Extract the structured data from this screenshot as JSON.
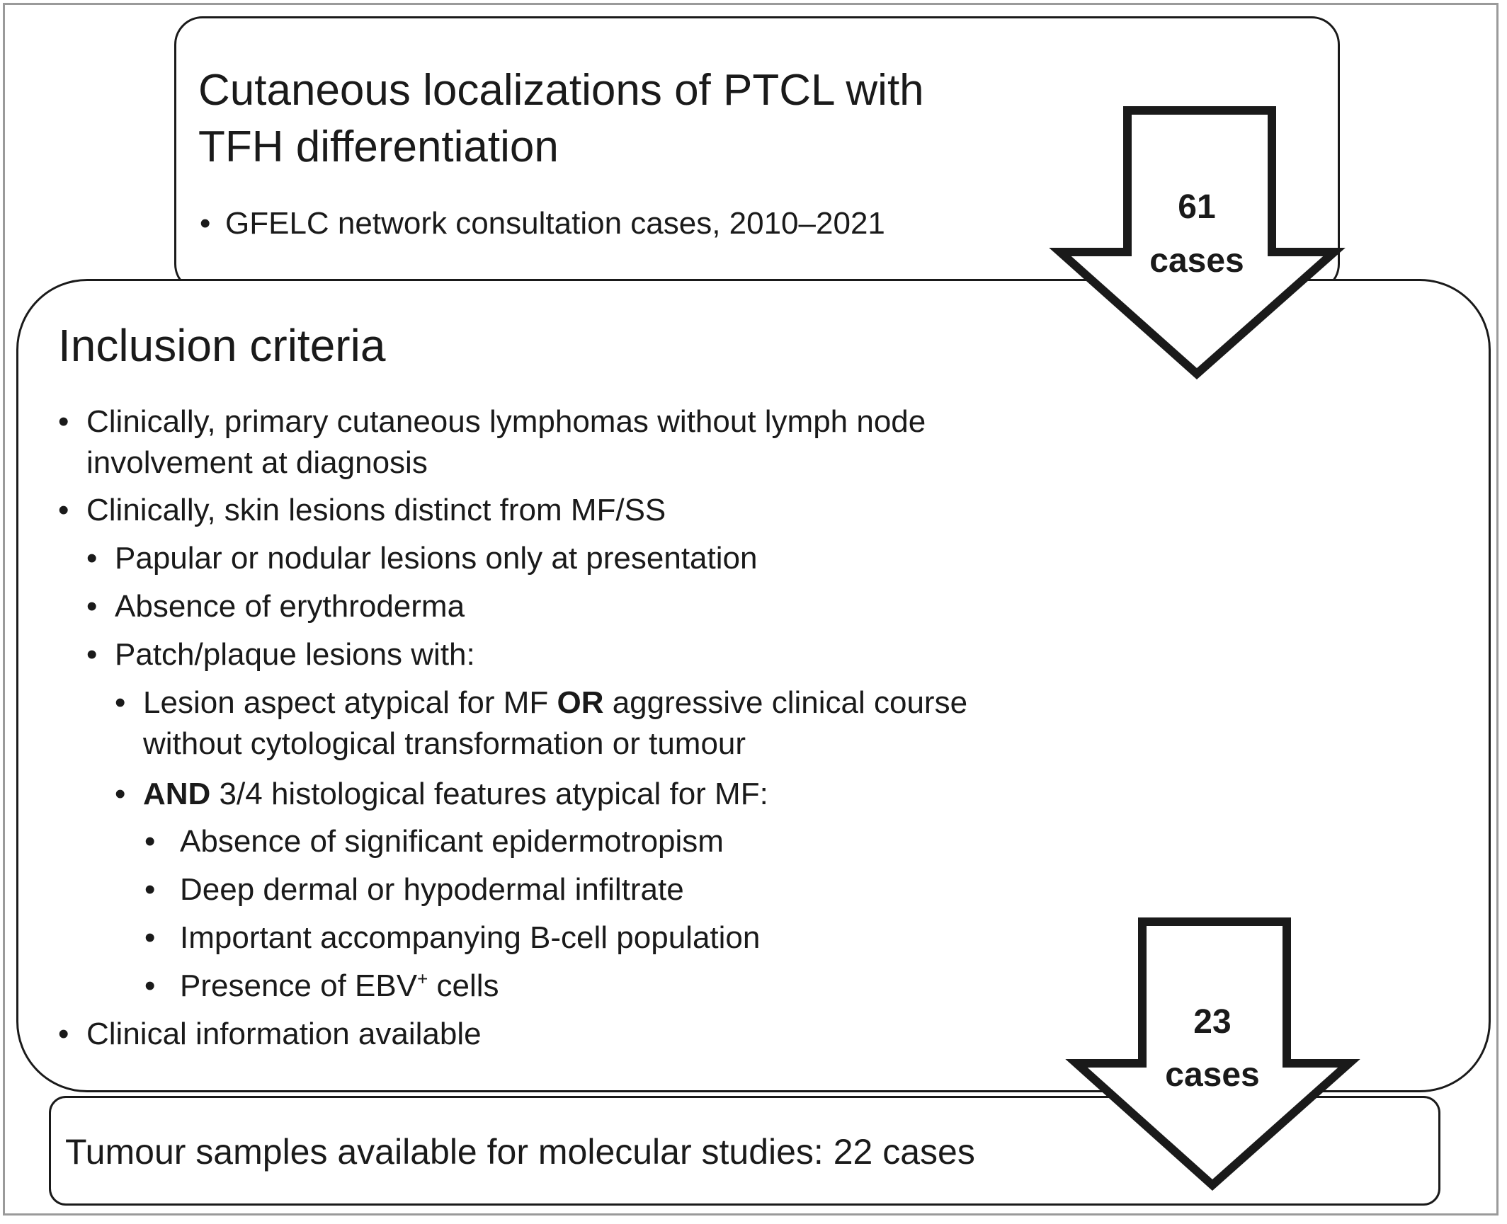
{
  "top_box": {
    "title_line1": "Cutaneous localizations of PTCL with",
    "title_line2": "TFH differentiation",
    "bullet": "GFELC network consultation cases, 2010–2021"
  },
  "arrow_top": {
    "count": "61",
    "unit": "cases"
  },
  "inclusion": {
    "title": "Inclusion criteria",
    "c1_line1": "Clinically, primary cutaneous lymphomas without lymph node",
    "c1_line2": "involvement at diagnosis",
    "c2": "Clinically, skin lesions distinct from MF/SS",
    "c2a": "Papular or nodular lesions only at presentation",
    "c2b": "Absence of erythroderma",
    "c2c": "Patch/plaque lesions with:",
    "c2c1_pre": "Lesion aspect atypical for MF ",
    "c2c1_bold": "OR",
    "c2c1_post": " aggressive clinical course",
    "c2c1_line2": "without cytological transformation or tumour",
    "c2c2_bold": "AND",
    "c2c2_post": " 3/4 histological features atypical for MF:",
    "h1": "Absence of significant epidermotropism",
    "h2": "Deep dermal or hypodermal infiltrate",
    "h3": "Important accompanying B-cell population",
    "h4_pre": "Presence of EBV",
    "h4_sup": "+",
    "h4_post": " cells",
    "c3": "Clinical information available"
  },
  "arrow_bottom": {
    "count": "23",
    "unit": "cases"
  },
  "bottom_box": {
    "text": "Tumour samples available for molecular studies: 22 cases"
  },
  "colors": {
    "stroke": "#1a1a1a",
    "frame": "#9a9a9a",
    "background": "#ffffff"
  }
}
